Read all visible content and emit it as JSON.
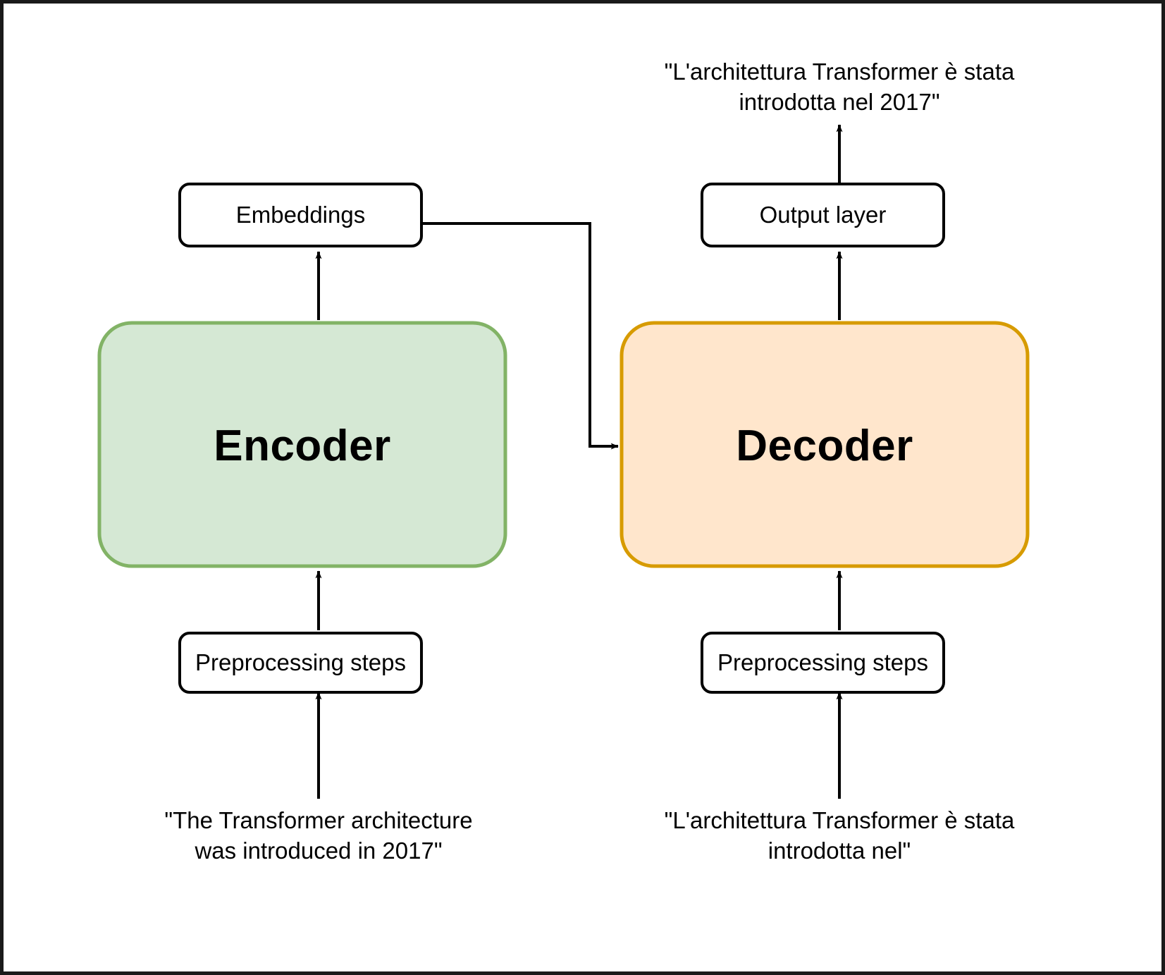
{
  "diagram": {
    "title": "Transformer encoder-decoder translation flow",
    "colors": {
      "encoder_fill": "#d5e8d4",
      "encoder_stroke": "#82b366",
      "decoder_fill": "#ffe6cc",
      "decoder_stroke": "#d79b00",
      "box_fill": "#ffffff",
      "box_stroke": "#000000",
      "connector": "#000000",
      "frame": "#1a1a1a",
      "text": "#000000"
    },
    "nodes": {
      "output_text": {
        "label": "\"L'architettura Transformer è stata\nintrodotta nel 2017\"",
        "kind": "free-text"
      },
      "embeddings": {
        "label": "Embeddings",
        "kind": "rounded-box"
      },
      "output_layer": {
        "label": "Output layer",
        "kind": "rounded-box"
      },
      "encoder": {
        "label": "Encoder",
        "kind": "rounded-block"
      },
      "decoder": {
        "label": "Decoder",
        "kind": "rounded-block"
      },
      "preprocessing_left": {
        "label": "Preprocessing steps",
        "kind": "rounded-box"
      },
      "preprocessing_right": {
        "label": "Preprocessing steps",
        "kind": "rounded-box"
      },
      "input_text_left": {
        "label": "\"The Transformer architecture\nwas introduced in 2017\"",
        "kind": "free-text"
      },
      "input_text_right": {
        "label": "\"L'architettura Transformer è stata\nintrodotta nel\"",
        "kind": "free-text"
      }
    },
    "edges": [
      {
        "from": "input_text_left",
        "to": "preprocessing_left",
        "style": "arrow-up"
      },
      {
        "from": "preprocessing_left",
        "to": "encoder",
        "style": "arrow-up"
      },
      {
        "from": "encoder",
        "to": "embeddings",
        "style": "arrow-up"
      },
      {
        "from": "embeddings",
        "to": "decoder",
        "style": "arrow-elbow-right"
      },
      {
        "from": "input_text_right",
        "to": "preprocessing_right",
        "style": "arrow-up"
      },
      {
        "from": "preprocessing_right",
        "to": "decoder",
        "style": "arrow-up"
      },
      {
        "from": "decoder",
        "to": "output_layer",
        "style": "arrow-up"
      },
      {
        "from": "output_layer",
        "to": "output_text",
        "style": "arrow-up"
      }
    ]
  }
}
